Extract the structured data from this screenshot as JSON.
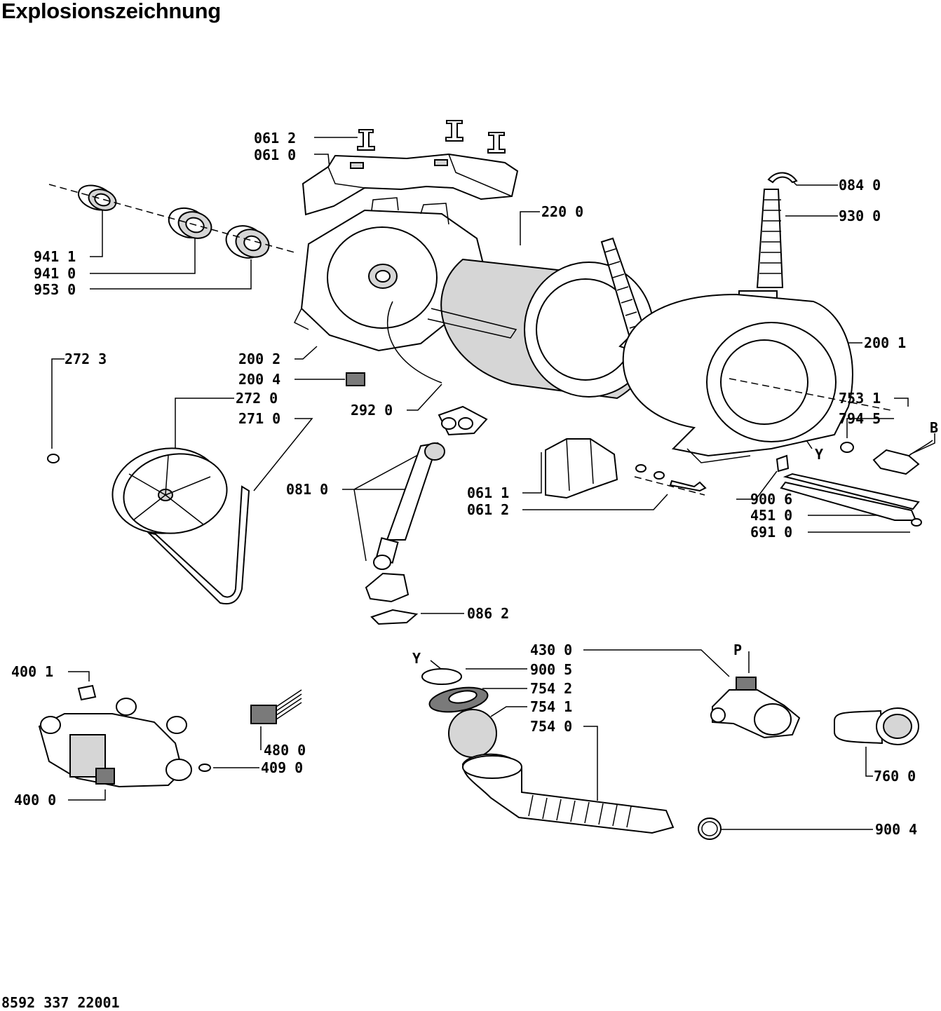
{
  "title": "Explosionszeichnung",
  "document_number": "8592 337 22001",
  "labels": {
    "l_061_2_top": "061 2",
    "l_061_0": "061 0",
    "l_941_1": "941 1",
    "l_941_0": "941 0",
    "l_953_0": "953 0",
    "l_220_0": "220 0",
    "l_084_0": "084 0",
    "l_930_0": "930 0",
    "l_200_1": "200 1",
    "l_200_2": "200 2",
    "l_200_4": "200 4",
    "l_272_3": "272 3",
    "l_272_0": "272 0",
    "l_271_0": "271 0",
    "l_292_0": "292 0",
    "l_753_1": "753 1",
    "l_794_5": "794 5",
    "l_B": "B",
    "l_Y_upper": "Y",
    "l_081_0": "081 0",
    "l_061_1": "061 1",
    "l_061_2_mid": "061 2",
    "l_900_6": "900 6",
    "l_451_0": "451 0",
    "l_691_0": "691 0",
    "l_086_2": "086 2",
    "l_430_0": "430 0",
    "l_P": "P",
    "l_Y_lower": "Y",
    "l_900_5": "900 5",
    "l_754_2": "754 2",
    "l_754_1": "754 1",
    "l_754_0": "754 0",
    "l_400_1": "400 1",
    "l_480_0": "480 0",
    "l_409_0": "409 0",
    "l_400_0": "400 0",
    "l_760_0": "760 0",
    "l_900_4": "900 4"
  }
}
